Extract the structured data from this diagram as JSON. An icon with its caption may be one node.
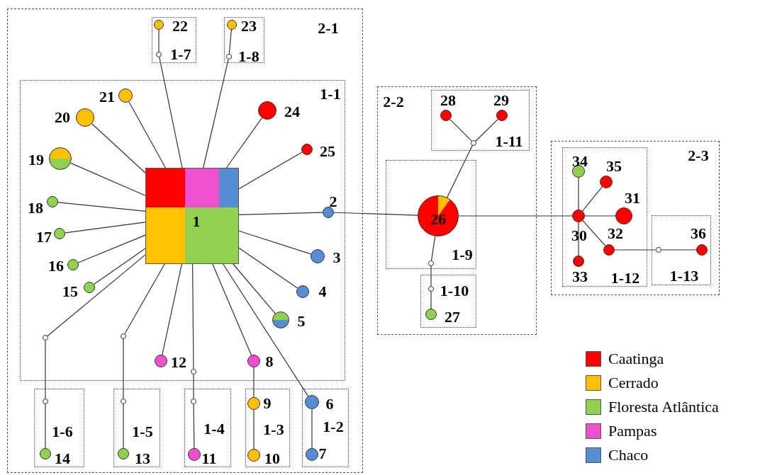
{
  "diagram": {
    "nodes": [
      {
        "text": [
          "2-1"
        ]
      },
      {
        "text": [
          "1-7"
        ],
        "in": 0
      },
      {
        "text": [],
        "shape": "circle",
        "in": 1,
        "beside": [
          "22"
        ]
      },
      {
        "text": [],
        "shape": "circle",
        "in": 1
      },
      {
        "text": [
          "1-8"
        ],
        "in": 0
      },
      {
        "text": [],
        "shape": "circle",
        "in": 4,
        "beside": [
          "23"
        ]
      },
      {
        "text": [],
        "shape": "circle",
        "in": 4
      },
      {
        "text": [
          "1-1"
        ],
        "in": 0
      },
      {
        "text": [],
        "shape": "circle",
        "in": 7,
        "beside": [
          "21"
        ]
      },
      {
        "text": [],
        "shape": "circle",
        "in": 7,
        "beside": [
          "20"
        ]
      },
      {
        "text": [],
        "shape": "circle",
        "in": 7,
        "beside": [
          "24"
        ]
      },
      {
        "text": [],
        "shape": "circle",
        "in": 7,
        "beside": [
          "19"
        ]
      },
      {
        "text": [],
        "shape": "circle",
        "in": 7,
        "beside": [
          "25"
        ]
      },
      {
        "text": [
          "1"
        ],
        "in": 7
      },
      {
        "text": [],
        "shape": "circle",
        "in": 7,
        "beside": [
          "2"
        ]
      },
      {
        "text": [],
        "shape": "circle",
        "in": 7,
        "beside": [
          "18"
        ]
      },
      {
        "text": [],
        "shape": "circle",
        "in": 7,
        "beside": [
          "17"
        ]
      },
      {
        "text": [],
        "shape": "circle",
        "in": 7,
        "beside": [
          "16"
        ]
      },
      {
        "text": [],
        "shape": "circle",
        "in": 7,
        "beside": [
          "3"
        ]
      },
      {
        "text": [],
        "shape": "circle",
        "in": 7,
        "beside": [
          "15"
        ]
      },
      {
        "text": [],
        "shape": "circle",
        "in": 7,
        "beside": [
          "4"
        ]
      },
      {
        "text": [],
        "shape": "circle",
        "in": 7,
        "beside": [
          "5"
        ]
      },
      {
        "text": [],
        "shape": "circle",
        "in": 7
      },
      {
        "text": [],
        "shape": "circle",
        "in": 7
      },
      {
        "text": [],
        "shape": "circle",
        "in": 7,
        "beside": [
          "12"
        ]
      },
      {
        "text": [],
        "shape": "circle",
        "in": 7,
        "beside": [
          "8"
        ]
      },
      {
        "text": [],
        "shape": "circle",
        "in": 7
      },
      {
        "text": [
          "1-6"
        ],
        "in": 0
      },
      {
        "text": [],
        "shape": "circle",
        "in": 27
      },
      {
        "text": [],
        "shape": "circle",
        "in": 27,
        "beside": [
          "14"
        ]
      },
      {
        "text": [
          "1-5"
        ],
        "in": 0
      },
      {
        "text": [],
        "shape": "circle",
        "in": 30
      },
      {
        "text": [],
        "shape": "circle",
        "in": 30,
        "beside": [
          "13"
        ]
      },
      {
        "text": [
          "1-4"
        ],
        "in": 0
      },
      {
        "text": [],
        "shape": "circle",
        "in": 33
      },
      {
        "text": [],
        "shape": "circle",
        "in": 33,
        "beside": [
          "11"
        ]
      },
      {
        "text": [
          "1-3"
        ],
        "in": 0
      },
      {
        "text": [],
        "shape": "circle",
        "in": 36,
        "beside": [
          "9"
        ]
      },
      {
        "text": [],
        "shape": "circle",
        "in": 36,
        "beside": [
          "10"
        ]
      },
      {
        "text": [
          "1-2"
        ],
        "in": 0
      },
      {
        "text": [],
        "shape": "circle",
        "in": 39,
        "beside": [
          "6"
        ]
      },
      {
        "text": [],
        "shape": "circle",
        "in": 39,
        "beside": [
          "7"
        ]
      },
      {
        "text": [
          "2-2"
        ]
      },
      {
        "text": [
          "1-11"
        ],
        "in": 42
      },
      {
        "text": [],
        "shape": "circle",
        "in": 43,
        "beside": [
          "28"
        ]
      },
      {
        "text": [],
        "shape": "circle",
        "in": 43,
        "beside": [
          "29"
        ]
      },
      {
        "text": [],
        "shape": "circle",
        "in": 43
      },
      {
        "text": [
          "1-9"
        ],
        "in": 42
      },
      {
        "text": [
          "26"
        ],
        "in": 47
      },
      {
        "text": [],
        "shape": "circle",
        "in": 47
      },
      {
        "text": [
          "1-10"
        ],
        "in": 42
      },
      {
        "text": [],
        "shape": "circle",
        "in": 50
      },
      {
        "text": [],
        "shape": "circle",
        "in": 50,
        "beside": [
          "27"
        ]
      },
      {
        "text": [
          "2-3"
        ]
      },
      {
        "text": [
          "1-12"
        ],
        "in": 53
      },
      {
        "text": [],
        "shape": "circle",
        "in": 54,
        "beside": [
          "34"
        ]
      },
      {
        "text": [],
        "shape": "circle",
        "in": 54,
        "beside": [
          "35"
        ]
      },
      {
        "text": [],
        "shape": "circle",
        "in": 54,
        "beside": [
          "31"
        ]
      },
      {
        "text": [],
        "shape": "circle",
        "in": 54,
        "beside": [
          "30"
        ]
      },
      {
        "text": [],
        "shape": "circle",
        "in": 54,
        "beside": [
          "32"
        ]
      },
      {
        "text": [],
        "shape": "circle",
        "in": 54,
        "beside": [
          "33"
        ]
      },
      {
        "text": [
          "1-13"
        ],
        "in": 53
      },
      {
        "text": [],
        "shape": "circle",
        "in": 61
      },
      {
        "text": [],
        "shape": "circle",
        "in": 61,
        "beside": [
          "36"
        ]
      }
    ],
    "edges": [
      {
        "from": 13,
        "to": 8,
        "arrow": "none"
      },
      {
        "from": 13,
        "to": 9,
        "arrow": "none"
      },
      {
        "from": 13,
        "to": 11,
        "arrow": "none"
      },
      {
        "from": 13,
        "to": 3,
        "arrow": "none"
      },
      {
        "from": 3,
        "to": 2,
        "arrow": "none"
      },
      {
        "from": 13,
        "to": 6,
        "arrow": "none"
      },
      {
        "from": 6,
        "to": 5,
        "arrow": "none"
      },
      {
        "from": 13,
        "to": 10,
        "arrow": "none"
      },
      {
        "from": 13,
        "to": 12,
        "arrow": "none"
      },
      {
        "from": 13,
        "to": 14,
        "arrow": "none"
      },
      {
        "from": 14,
        "to": 48,
        "arrow": "none"
      },
      {
        "from": 13,
        "to": 15,
        "arrow": "none"
      },
      {
        "from": 13,
        "to": 16,
        "arrow": "none"
      },
      {
        "from": 13,
        "to": 17,
        "arrow": "none"
      },
      {
        "from": 13,
        "to": 19,
        "arrow": "none"
      },
      {
        "from": 13,
        "to": 18,
        "arrow": "none"
      },
      {
        "from": 13,
        "to": 20,
        "arrow": "none"
      },
      {
        "from": 13,
        "to": 21,
        "arrow": "none"
      },
      {
        "from": 13,
        "to": 40,
        "arrow": "none"
      },
      {
        "from": 40,
        "to": 41,
        "arrow": "none"
      },
      {
        "from": 13,
        "to": 25,
        "arrow": "none"
      },
      {
        "from": 25,
        "to": 37,
        "arrow": "none"
      },
      {
        "from": 37,
        "to": 38,
        "arrow": "none"
      },
      {
        "from": 13,
        "to": 24,
        "arrow": "none"
      },
      {
        "from": 13,
        "to": 26,
        "arrow": "none"
      },
      {
        "from": 26,
        "to": 34,
        "arrow": "none"
      },
      {
        "from": 34,
        "to": 35,
        "arrow": "none"
      },
      {
        "from": 13,
        "to": 22,
        "arrow": "none"
      },
      {
        "from": 22,
        "to": 28,
        "arrow": "none"
      },
      {
        "from": 28,
        "to": 29,
        "arrow": "none"
      },
      {
        "from": 13,
        "to": 23,
        "arrow": "none"
      },
      {
        "from": 23,
        "to": 31,
        "arrow": "none"
      },
      {
        "from": 31,
        "to": 32,
        "arrow": "none"
      },
      {
        "from": 48,
        "to": 46,
        "arrow": "none"
      },
      {
        "from": 46,
        "to": 44,
        "arrow": "none"
      },
      {
        "from": 46,
        "to": 45,
        "arrow": "none"
      },
      {
        "from": 48,
        "to": 49,
        "arrow": "none"
      },
      {
        "from": 49,
        "to": 51,
        "arrow": "none"
      },
      {
        "from": 51,
        "to": 52,
        "arrow": "none"
      },
      {
        "from": 48,
        "to": 58,
        "arrow": "none"
      },
      {
        "from": 58,
        "to": 55,
        "arrow": "none"
      },
      {
        "from": 58,
        "to": 56,
        "arrow": "none"
      },
      {
        "from": 58,
        "to": 57,
        "arrow": "none"
      },
      {
        "from": 58,
        "to": 59,
        "arrow": "none"
      },
      {
        "from": 58,
        "to": 60,
        "arrow": "none"
      },
      {
        "from": 59,
        "to": 62,
        "arrow": "none"
      },
      {
        "from": 62,
        "to": 63,
        "arrow": "none"
      }
    ],
    "legend": [
      {
        "text": "Caatinga",
        "color": "#ff0000"
      },
      {
        "text": "Cerrado",
        "color": "#ffc000"
      },
      {
        "text": "Floresta Atlântica",
        "color": "#92d050"
      },
      {
        "text": "Pampas",
        "color": "#f050d0"
      },
      {
        "text": "Chaco",
        "color": "#558ed5"
      }
    ]
  }
}
